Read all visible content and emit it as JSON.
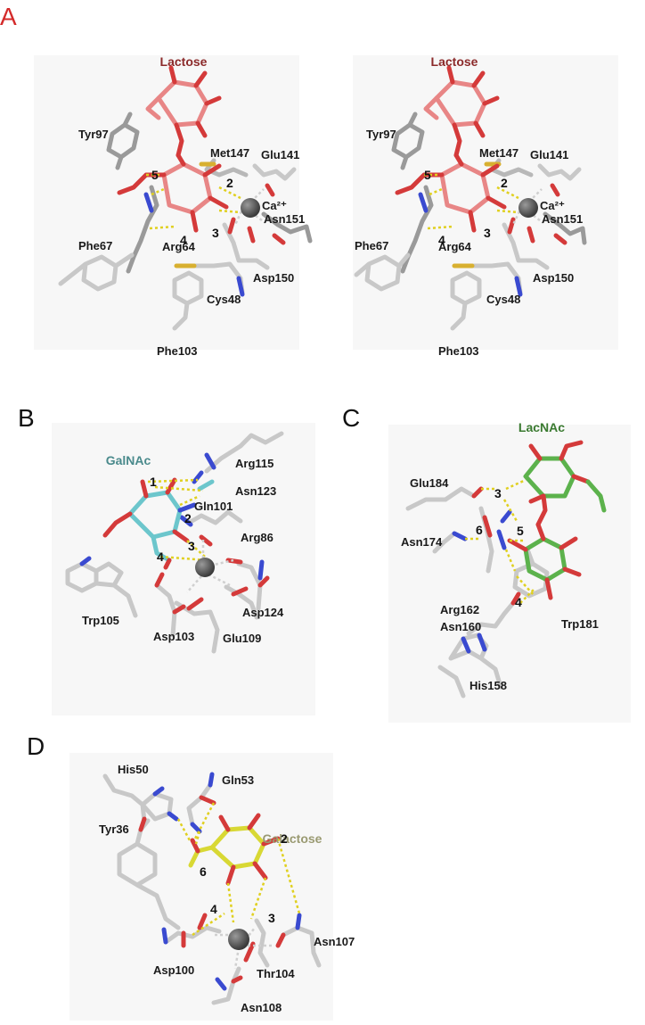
{
  "colors": {
    "panel_a_letter": "#d42a2a",
    "lactose": "#8b2a2a",
    "galnac": "#4a8a8c",
    "lacnac": "#3a7a30",
    "galactose": "#9a9a72",
    "lactose_stick": "#e88686",
    "galnac_stick": "#6cc6cc",
    "lacnac_stick": "#5cb24c",
    "galactose_stick": "#d8d834",
    "protein_stick": "#c8c8c8",
    "oxygen": "#d43a3a",
    "nitrogen": "#3a4ad0",
    "sulfur": "#d8b030",
    "hbond": "#e0d020",
    "calcium": "#5a5a5a"
  },
  "panels": {
    "a": {
      "letter": "A",
      "left": {
        "ligand": "Lactose",
        "residues": [
          "Tyr97",
          "Met147",
          "Glu141",
          "Asn151",
          "Ca²⁺",
          "Phe67",
          "Arg64",
          "Asp150",
          "Cys48",
          "Phe103"
        ],
        "numbers": [
          "5",
          "2",
          "4",
          "3"
        ]
      },
      "right": {
        "ligand": "Lactose",
        "residues": [
          "Tyr97",
          "Met147",
          "Glu141",
          "Asn151",
          "Ca²⁺",
          "Phe67",
          "Arg64",
          "Asp150",
          "Cys48",
          "Phe103"
        ],
        "numbers": [
          "5",
          "2",
          "4",
          "3"
        ]
      }
    },
    "b": {
      "letter": "B",
      "ligand": "GalNAc",
      "residues": [
        "Arg115",
        "Asn123",
        "Gln101",
        "Arg86",
        "Trp105",
        "Asp124",
        "Asp103",
        "Glu109"
      ],
      "numbers": [
        "1",
        "2",
        "3",
        "4"
      ]
    },
    "c": {
      "letter": "C",
      "ligand": "LacNAc",
      "residues": [
        "Glu184",
        "Asn174",
        "Arg162",
        "Asn160",
        "Trp181",
        "His158"
      ],
      "numbers": [
        "3",
        "6",
        "5",
        "4"
      ]
    },
    "d": {
      "letter": "D",
      "ligand": "Galactose",
      "residues": [
        "His50",
        "Gln53",
        "Tyr36",
        "Asn107",
        "Asp100",
        "Thr104",
        "Asn108"
      ],
      "numbers": [
        "6",
        "2",
        "4",
        "3"
      ]
    }
  }
}
